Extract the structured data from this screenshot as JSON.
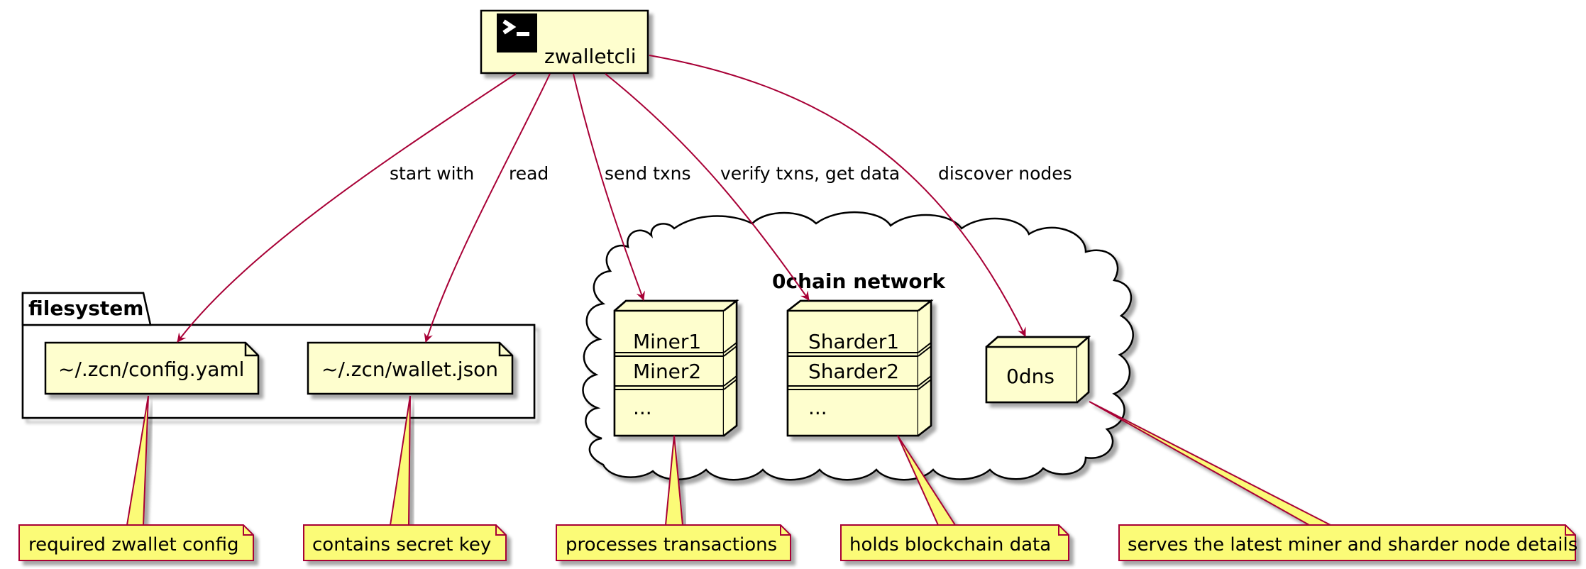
{
  "colors": {
    "node_fill": "#FEFECE",
    "note_fill": "#FBFB77",
    "arrow": "#A80036",
    "border": "#000000",
    "shadow": "#C8C8C8"
  },
  "cli": {
    "icon": "terminal-icon",
    "label": "zwalletcli"
  },
  "edges": {
    "start_with": "start with",
    "read": "read",
    "send_txns": "send txns",
    "verify": "verify txns, get data",
    "discover": "discover nodes"
  },
  "filesystem": {
    "title": "filesystem",
    "config": "~/.zcn/config.yaml",
    "wallet": "~/.zcn/wallet.json"
  },
  "network": {
    "title": "0chain network",
    "miners": [
      "Miner1",
      "Miner2",
      "..."
    ],
    "sharders": [
      "Sharder1",
      "Sharder2",
      "..."
    ],
    "dns": "0dns"
  },
  "notes": {
    "config": "required zwallet config",
    "wallet": "contains secret key",
    "miners": "processes transactions",
    "sharders": "holds blockchain data",
    "dns": "serves the latest miner and sharder node details"
  }
}
